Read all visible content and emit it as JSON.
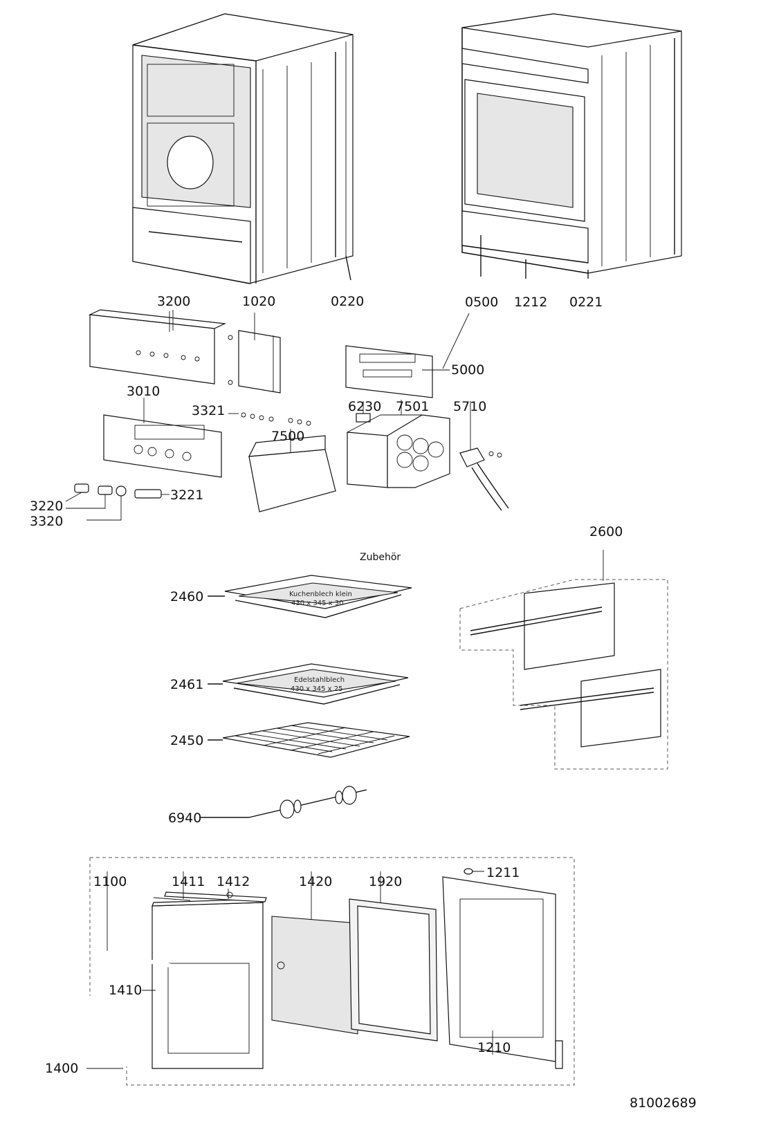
{
  "diagram": {
    "document_number": "81002689",
    "section_title": "Zubehör",
    "part_labels": {
      "p0220": "0220",
      "p0500": "0500",
      "p1212": "1212",
      "p0221": "0221",
      "p3200": "3200",
      "p1020": "1020",
      "p5000": "5000",
      "p3010": "3010",
      "p3321": "3321",
      "p6230": "6230",
      "p7501": "7501",
      "p5710": "5710",
      "p7500": "7500",
      "p3220": "3220",
      "p3221": "3221",
      "p3320": "3320",
      "p2600": "2600",
      "p2460": "2460",
      "p2461": "2461",
      "p2450": "2450",
      "p6940": "6940",
      "p1100": "1100",
      "p1411": "1411",
      "p1412": "1412",
      "p1420": "1420",
      "p1920": "1920",
      "p1211": "1211",
      "p1410": "1410",
      "p1210": "1210",
      "p1400": "1400"
    },
    "tray_captions": {
      "tray_2460_line1": "Kuchenblech klein",
      "tray_2460_line2": "430 x 345 x 30",
      "tray_2461_line1": "Edelstahlblech",
      "tray_2461_line2": "430 x 345 x 25"
    }
  }
}
